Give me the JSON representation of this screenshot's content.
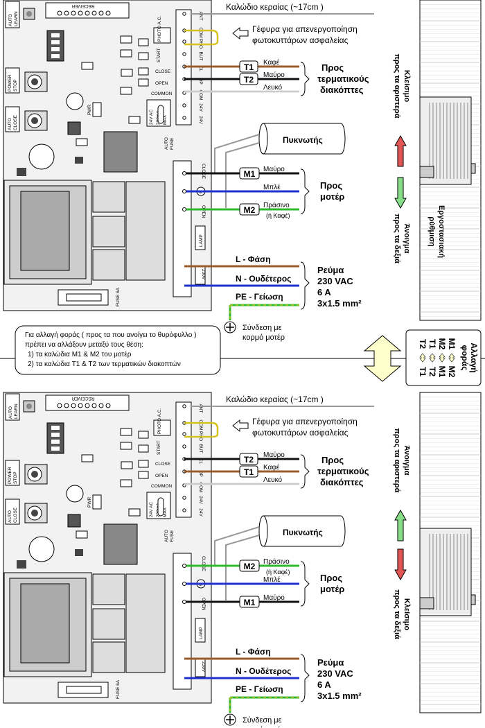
{
  "board": {
    "receiver": "RECEIVER",
    "auto_learn": [
      "AUTO",
      "LEARN"
    ],
    "power_stop": [
      "POWER",
      "STOP"
    ],
    "auto_close": [
      "AUTO",
      "CLOSE"
    ],
    "pwr": "PWR",
    "auto_fuse": [
      "AUTO",
      "FUSE"
    ],
    "fuse": "FUSE 6A",
    "photo_ac": "PHOTO A.C.",
    "start": "START",
    "close": "CLOSE",
    "open": "OPEN",
    "common": "COMMON",
    "supply": [
      "24V AC",
      "200mA",
      "MAX"
    ],
    "terminals_top": [
      "ANT",
      "COM",
      "PHO",
      "BUT",
      "CL",
      "OP",
      "COM",
      "24V",
      "24V"
    ],
    "motor_close": "CLOSE",
    "motor_open": "OPEN",
    "lamp": "LAMP",
    "v230": "230V",
    "motor_symbol": "M"
  },
  "wiring": {
    "antenna": "Καλώδιο κεραίας   (~17cm )",
    "bridge": [
      "Γέφυρα για απενεργοποίηση",
      "φωτοκυττάρων ασφαλείας"
    ],
    "to_limit": [
      "Προς",
      "τερματικούς",
      "διακόπτες"
    ],
    "capacitor": "Πυκνωτής",
    "to_motor": [
      "Προς",
      "μοτέρ"
    ],
    "phase": "L  - Φάση",
    "neutral": "N  - Ουδέτερος",
    "earth": "PE - Γείωση",
    "power": [
      "Ρεύμα",
      "230 VAC",
      "6 A",
      "3x1.5 mm²"
    ],
    "ground_conn": [
      "Σύνδεση με",
      "κορμό μοτέρ"
    ]
  },
  "top_panel": {
    "limit_wires": [
      {
        "label": "T1",
        "color_name": "Καφέ",
        "color": "#9b5b2c"
      },
      {
        "label": "T2",
        "color_name": "Μαύρο",
        "color": "#111111"
      },
      {
        "label": "",
        "color_name": "Λευκό",
        "color": "#d8d8d8"
      }
    ],
    "motor_wires": [
      {
        "label": "M1",
        "color_name": "Μαύρο",
        "color": "#111111"
      },
      {
        "label": "",
        "color_name": "Μπλέ",
        "color": "#1f2fd0"
      },
      {
        "label": "M2",
        "color_name": "Πράσινο",
        "color": "#2eb82e",
        "note": "(ή Καφέ)"
      }
    ],
    "gate": {
      "close_text": [
        "Κλείσιμο",
        "προς τα αριστερά"
      ],
      "open_text": [
        "Άνοιγμα",
        "προς τα δεξιά"
      ],
      "factory": [
        "Εργοστασιακή",
        "ρύθμιση"
      ]
    }
  },
  "bottom_panel": {
    "limit_wires": [
      {
        "label": "T2",
        "color_name": "Μαύρο",
        "color": "#111111"
      },
      {
        "label": "T1",
        "color_name": "Καφέ",
        "color": "#9b5b2c"
      },
      {
        "label": "",
        "color_name": "Λευκό",
        "color": "#d8d8d8"
      }
    ],
    "motor_wires": [
      {
        "label": "M2",
        "color_name": "Πράσινο",
        "color": "#2eb82e",
        "note": "(ή Καφέ)"
      },
      {
        "label": "",
        "color_name": "Μπλέ",
        "color": "#1f2fd0"
      },
      {
        "label": "M1",
        "color_name": "Μαύρο",
        "color": "#111111"
      }
    ],
    "gate": {
      "open_text": [
        "Άνοιγμα",
        "προς τα αριστερά"
      ],
      "close_text": [
        "Κλείσιμο",
        "προς τα δεξιά"
      ]
    }
  },
  "middle": {
    "note": [
      "Για αλλαγή φοράς ( προς τα που ανοίγει το θυρόφυλλο )",
      "πρέπει να αλλάξουν μεταξύ τους θέση:",
      "1)  τα καλώδια M1 & M2 του μοτέρ",
      "2)  τα καλώδια T1 & T2 των τερματικών διακοπτών"
    ],
    "change_box": {
      "title": [
        "Αλλαγή",
        "φοράς"
      ],
      "pairs": [
        [
          "M1",
          "M2"
        ],
        [
          "M2",
          "M1"
        ],
        [
          "T1",
          "T2"
        ],
        [
          "T2",
          "T1"
        ]
      ]
    }
  },
  "colors": {
    "green": "#2eb82e",
    "brown": "#9b5b2c",
    "blue": "#1f2fd0",
    "earth_yellow": "#d6c21e",
    "arrow_fill": "#ffffcc",
    "arrow_red": "#e05555",
    "arrow_green": "#88dd88",
    "board_gray": "#bdbdbd"
  }
}
